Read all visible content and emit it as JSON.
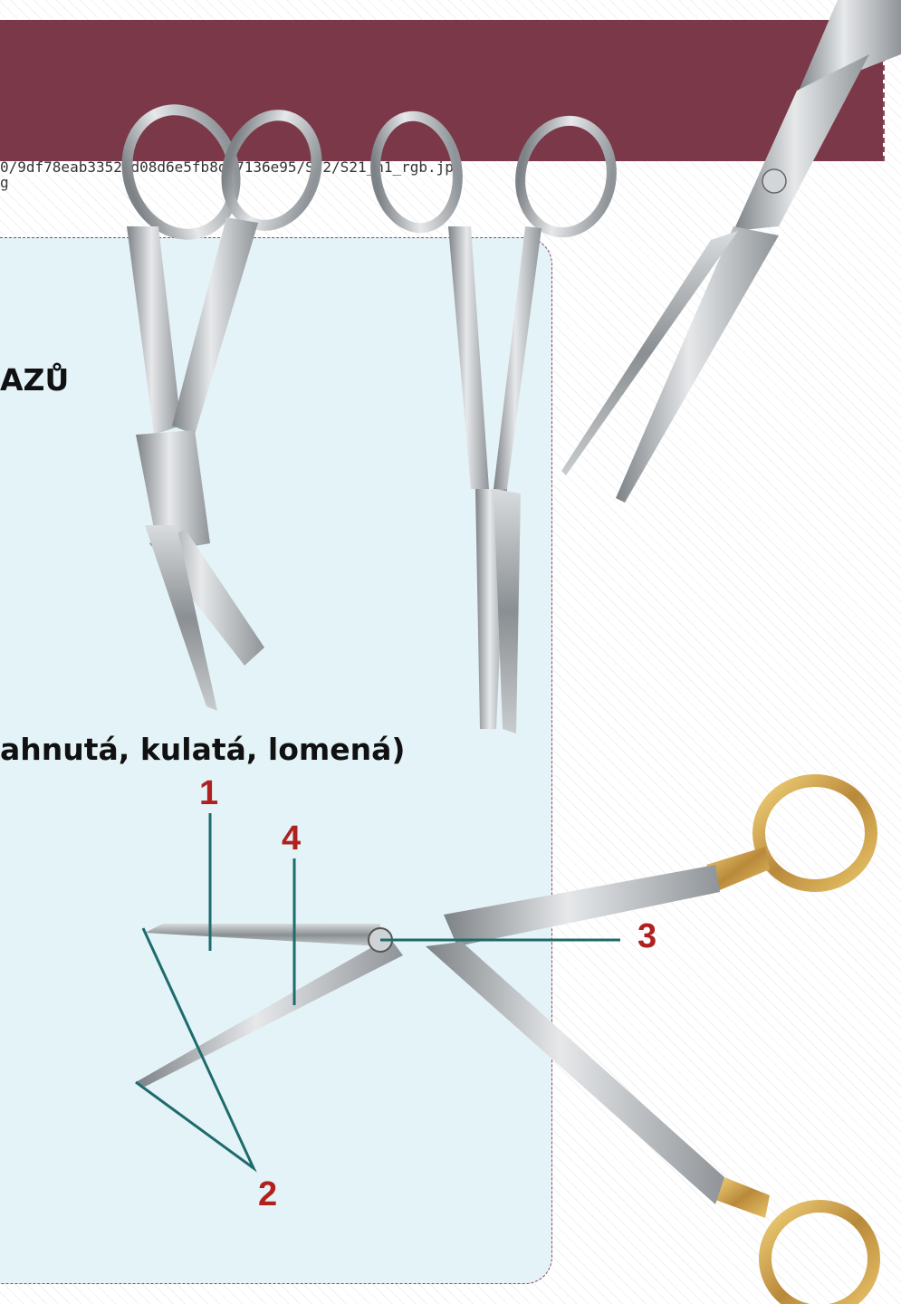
{
  "header": {
    "color": "#7b3848"
  },
  "source": {
    "line1": "0/9df78eab33525d08d6e5fb8d27136e95/S/2/S21_h1_rgb.jpg",
    "line2": "g"
  },
  "panel": {
    "heading_top": "AZŮ",
    "heading_bottom": "ahnutá, kulatá, lomená)"
  },
  "diagram": {
    "labels": [
      "1",
      "4",
      "3",
      "2"
    ],
    "label_color": "#b0201f",
    "line_color": "#1e6b6b"
  },
  "images": [
    "bandage-scissors",
    "straight-surgical-scissors",
    "scissors-closeup",
    "metzenbaum-scissors-gold"
  ]
}
